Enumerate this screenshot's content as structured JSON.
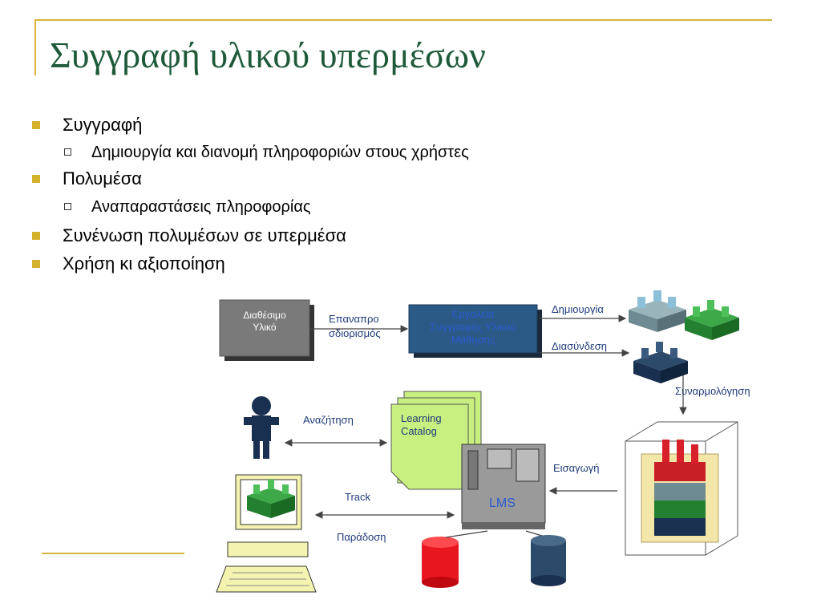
{
  "title": "Συγγραφή υλικού υπερμέσων",
  "bullets": [
    {
      "text": "Συγγραφή",
      "sub": [
        "Δημιουργία και διανομή πληροφοριών στους χρήστες"
      ]
    },
    {
      "text": "Πολυμέσα",
      "sub": [
        "Αναπαραστάσεις πληροφορίας"
      ]
    },
    {
      "text": "Συνένωση πολυμέσων σε υπερμέσα",
      "sub": []
    },
    {
      "text": "Χρήση κι αξιοποίηση",
      "sub": []
    }
  ],
  "diagram": {
    "available_material": [
      "Διαθέσιμο",
      "Υλικό"
    ],
    "repurpose": [
      "Επαναπρο",
      "σδιορισμός"
    ],
    "authoring_tools": [
      "Εργαλεία",
      "Συγγραφής Υλικού",
      "Μάθησης"
    ],
    "create": "Δημιουργία",
    "link": "Διασύνδεση",
    "assembly": "Συναρμολόγηση",
    "search": "Αναζήτηση",
    "catalog": [
      "Learning",
      "Catalog"
    ],
    "lms": "LMS",
    "import": "Εισαγωγή",
    "track": "Track",
    "deliver": "Παράδοση"
  },
  "colors": {
    "title": "#1e5a3a",
    "rule": "#d8b43c",
    "bullet": "#d4b22c",
    "dark_blue": "#1f3a5a",
    "green": "#2e8b3a",
    "red": "#d8202a",
    "light_green": "#c8f080",
    "label_blue": "#1f3a7a"
  }
}
